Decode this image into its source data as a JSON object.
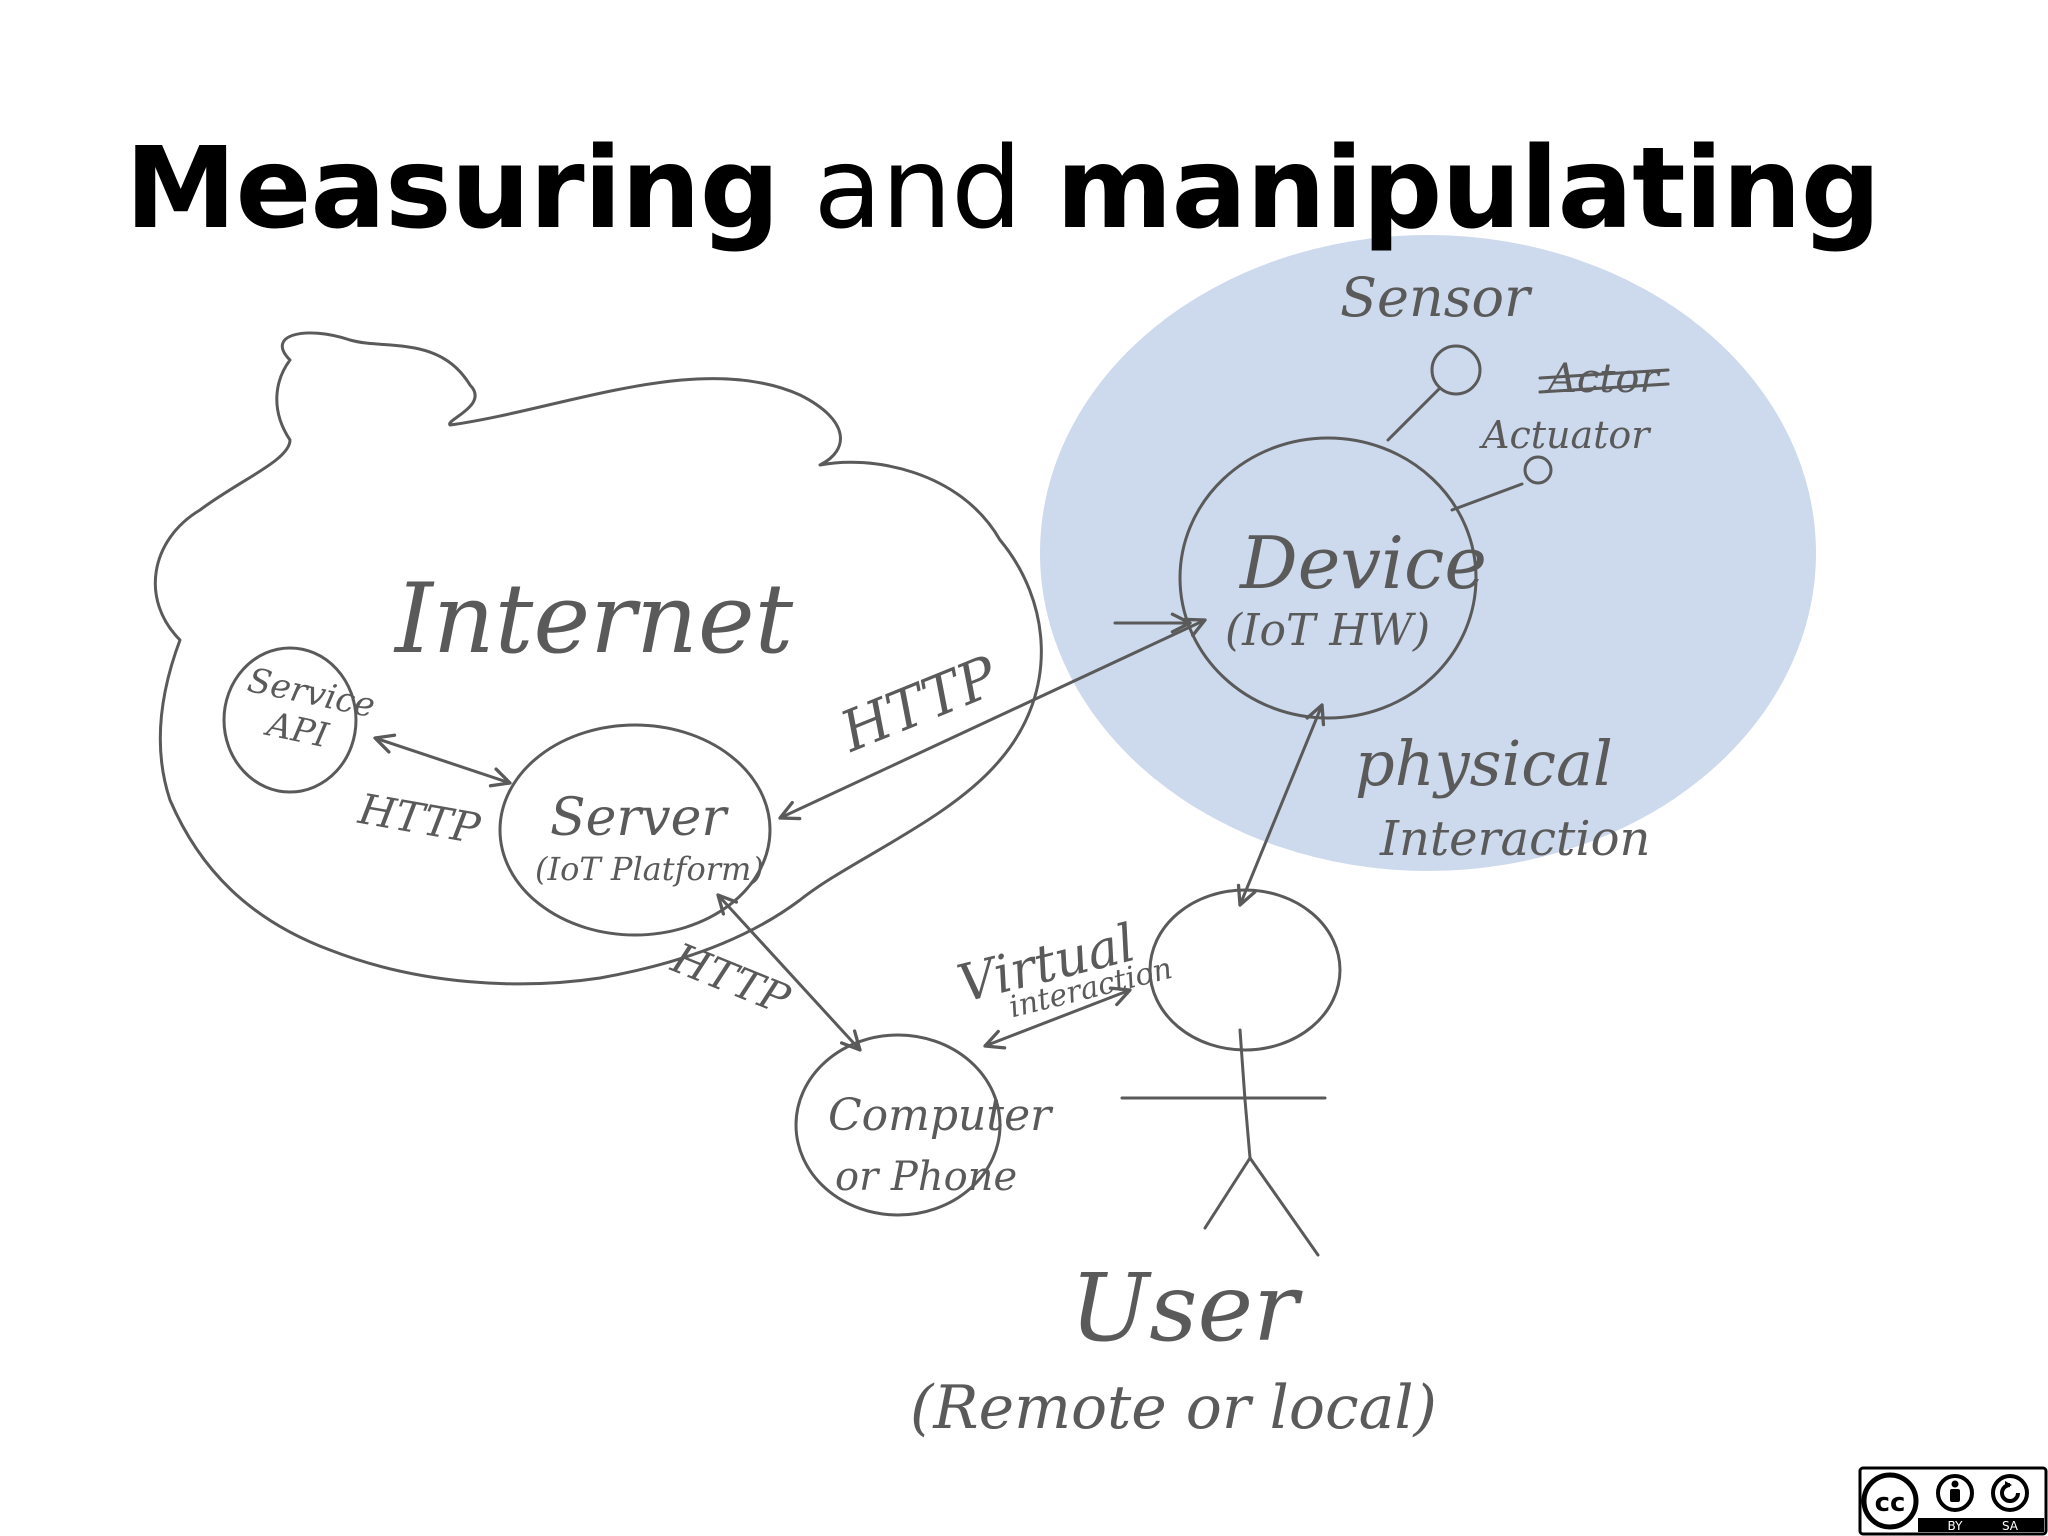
{
  "slide": {
    "title_part1": "Measuring",
    "title_part2": " and ",
    "title_part3": "manipulating"
  },
  "diagram": {
    "internet_label": "Internet",
    "service_api": {
      "line1": "Service",
      "line2": "API"
    },
    "server": {
      "line1": "Server",
      "line2": "(IoT Platform)"
    },
    "http_api_server": "HTTP",
    "http_server_device": "HTTP",
    "http_server_computer": "HTTP",
    "device": {
      "line1": "Device",
      "line2": "(IoT HW)"
    },
    "sensor_label": "Sensor",
    "actor_label_struck": "Actor",
    "actuator_label": "Actuator",
    "physical_interaction": {
      "line1": "physical",
      "line2": "Interaction"
    },
    "virtual_interaction": {
      "line1": "Virtual",
      "line2": "interaction"
    },
    "computer": {
      "line1": "Computer",
      "line2": "or Phone"
    },
    "user": {
      "line1": "User",
      "line2": "(Remote or local)"
    },
    "highlight_color": "#c9d6ea",
    "ink_color": "#5a5a5a"
  },
  "license": {
    "cc_text": "cc",
    "by_text": "BY",
    "sa_text": "SA"
  }
}
